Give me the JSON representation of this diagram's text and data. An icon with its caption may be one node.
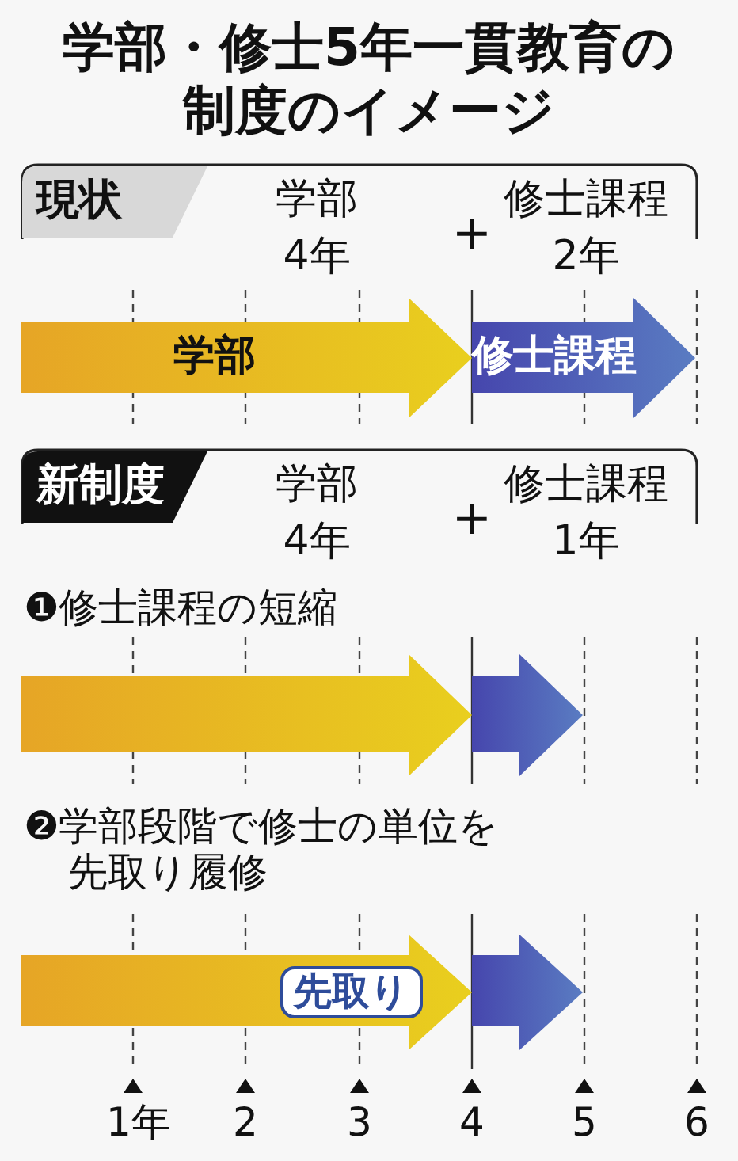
{
  "diagram": {
    "title": "学部・修士5年一貫教育の制度のイメージ",
    "nodes": [
      {
        "text": [
          "学部",
          "4年",
          "+",
          "修士課程",
          "2年"
        ]
      },
      {
        "text": [
          "現状"
        ],
        "in": 0
      },
      {
        "text": [
          "学部"
        ]
      },
      {
        "text": [
          "修士課程"
        ]
      },
      {
        "text": [
          "学部",
          "4年",
          "+",
          "修士課程",
          "1年"
        ]
      },
      {
        "text": [
          "新制度"
        ],
        "in": 4
      },
      {
        "text": [],
        "shape": "arrow"
      },
      {
        "text": [],
        "shape": "arrow"
      },
      {
        "text": [],
        "shape": "arrow"
      },
      {
        "text": [
          "先取り"
        ],
        "in": 8
      },
      {
        "text": [],
        "shape": "arrow"
      }
    ],
    "labels": [
      "❶修士課程の短縮",
      "❷学部段階で修士の単位を先取り履修",
      "1年",
      "2",
      "3",
      "4",
      "5",
      "6"
    ]
  }
}
